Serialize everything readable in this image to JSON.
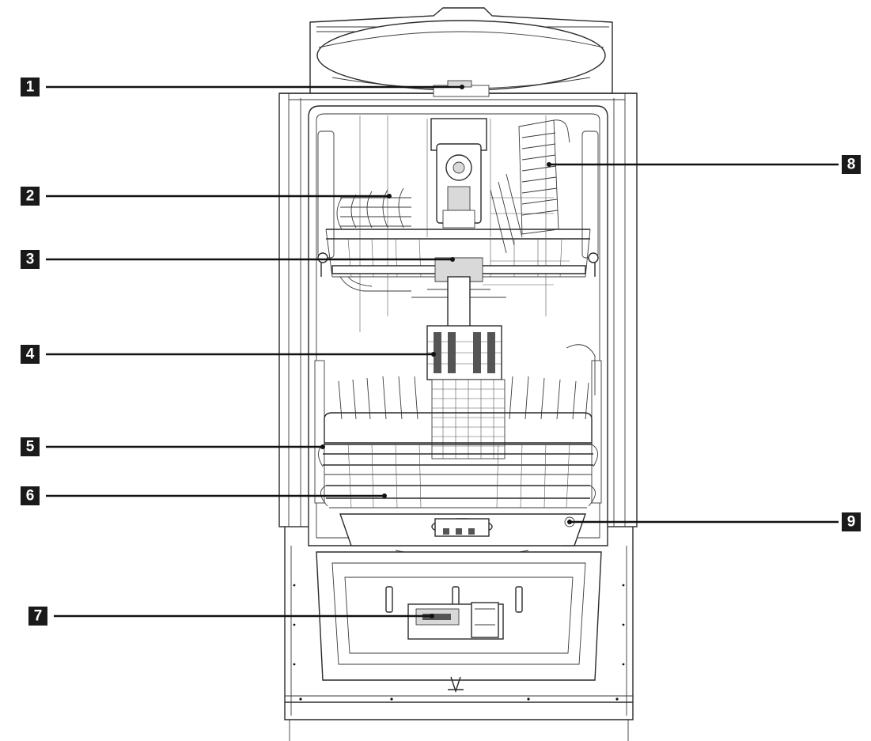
{
  "callouts": [
    {
      "id": "1",
      "label": "1",
      "side": "left"
    },
    {
      "id": "2",
      "label": "2",
      "side": "left"
    },
    {
      "id": "3",
      "label": "3",
      "side": "left"
    },
    {
      "id": "4",
      "label": "4",
      "side": "left"
    },
    {
      "id": "5",
      "label": "5",
      "side": "left"
    },
    {
      "id": "6",
      "label": "6",
      "side": "left"
    },
    {
      "id": "7",
      "label": "7",
      "side": "left"
    },
    {
      "id": "8",
      "label": "8",
      "side": "right"
    },
    {
      "id": "9",
      "label": "9",
      "side": "right"
    }
  ],
  "colors": {
    "ink": "#111111",
    "callout_fill": "#1a1a1a",
    "callout_text": "#ffffff",
    "background": "#ffffff"
  }
}
